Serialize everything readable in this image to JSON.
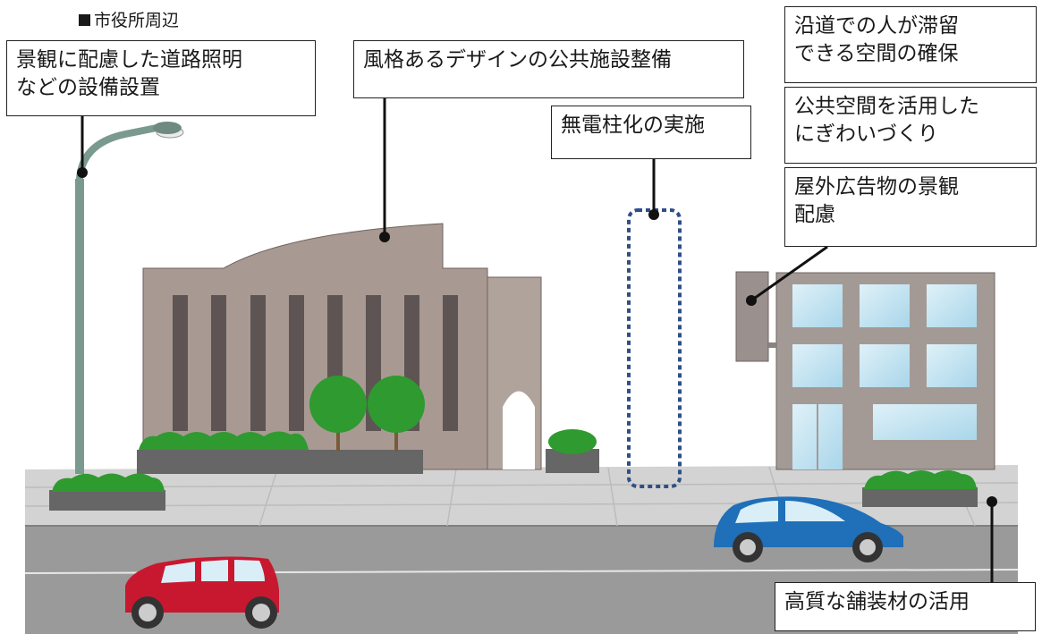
{
  "header": {
    "title": "市役所周辺"
  },
  "labels": {
    "lighting": "景観に配慮した道路照明\nなどの設備設置",
    "public_facility": "風格あるデザインの公共施設整備",
    "undergrounding": "無電柱化の実施",
    "stay_space": "沿道での人が滞留\nできる空間の確保",
    "bustle": "公共空間を活用した\nにぎわいづくり",
    "outdoor_ads": "屋外広告物の景観\n配慮",
    "paving": "高質な舗装材の活用"
  }
}
